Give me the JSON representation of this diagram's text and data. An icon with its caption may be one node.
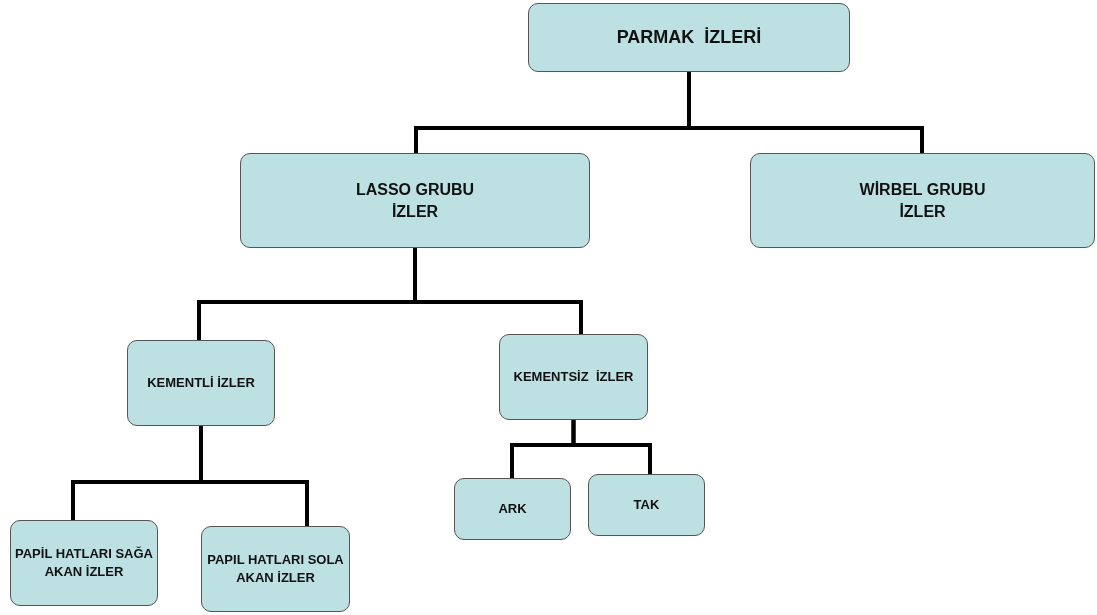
{
  "diagram": {
    "nodes": [
      {
        "text": [
          "PARMAK  İZLERİ"
        ]
      },
      {
        "text": [
          "LASSO GRUBU İZLER"
        ]
      },
      {
        "text": [
          "WİRBEL GRUBU İZLER"
        ]
      },
      {
        "text": [
          "KEMENTLİ İZLER"
        ]
      },
      {
        "text": [
          "KEMENTSİZ  İZLER"
        ]
      },
      {
        "text": [
          "PAPİL HATLARI SAĞA AKAN İZLER"
        ]
      },
      {
        "text": [
          "PAPIL HATLARI SOLA  AKAN İZLER"
        ]
      },
      {
        "text": [
          "ARK"
        ]
      },
      {
        "text": [
          "TAK"
        ]
      }
    ],
    "edges": [
      {
        "from": 0,
        "to": 1,
        "arrow": "none"
      },
      {
        "from": 0,
        "to": 2,
        "arrow": "none"
      },
      {
        "from": 1,
        "to": 3,
        "arrow": "none"
      },
      {
        "from": 1,
        "to": 4,
        "arrow": "none"
      },
      {
        "from": 3,
        "to": 5,
        "arrow": "none"
      },
      {
        "from": 3,
        "to": 6,
        "arrow": "none"
      },
      {
        "from": 4,
        "to": 7,
        "arrow": "none"
      },
      {
        "from": 4,
        "to": 8,
        "arrow": "none"
      }
    ]
  }
}
